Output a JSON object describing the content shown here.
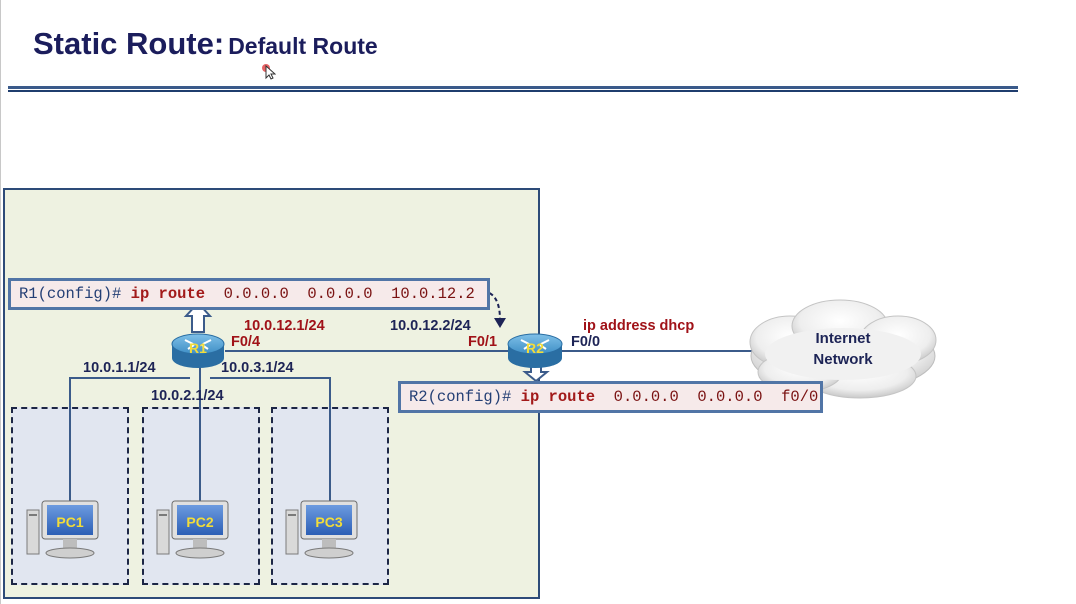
{
  "slide": {
    "title_main": "Static Route:",
    "title_sub": "Default Route"
  },
  "commands": {
    "r1": {
      "prompt": "R1(config)#",
      "keyword": "ip route",
      "args": "0.0.0.0  0.0.0.0  10.0.12.2"
    },
    "r2": {
      "prompt": "R2(config)#",
      "keyword": "ip route",
      "args": "0.0.0.0  0.0.0.0  f0/0"
    }
  },
  "routers": {
    "r1": {
      "label": "R1"
    },
    "r2": {
      "label": "R2"
    }
  },
  "pcs": [
    {
      "label": "PC1"
    },
    {
      "label": "PC2"
    },
    {
      "label": "PC3"
    }
  ],
  "labels": {
    "r1_f04_ip": "10.0.12.1/24",
    "r1_f04": "F0/4",
    "r2_f01_ip": "10.0.12.2/24",
    "r2_f01": "F0/1",
    "r2_f00_config": "ip address dhcp",
    "r2_f00": "F0/0",
    "lan1_ip": "10.0.1.1/24",
    "lan2_ip": "10.0.2.1/24",
    "lan3_ip": "10.0.3.1/24"
  },
  "cloud": {
    "line1": "Internet",
    "line2": "Network"
  },
  "colors": {
    "title": "#1b1d5c",
    "accent_red": "#a01218",
    "router_blue": "#2f7fb6",
    "router_label": "#f2dc3a",
    "lan_bg": "#eef2e1",
    "command_bg": "#f6eaea"
  }
}
